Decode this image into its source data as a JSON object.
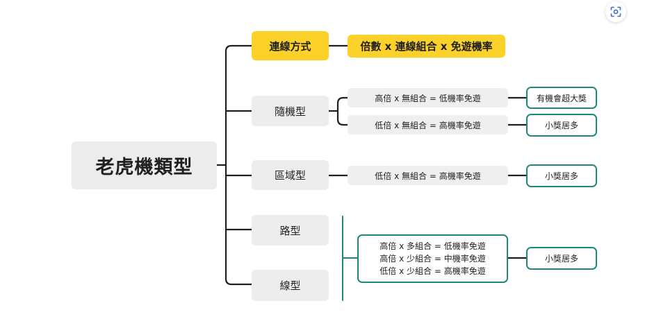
{
  "root": {
    "label": "老虎機類型"
  },
  "branches": {
    "method": {
      "label": "連線方式",
      "detail": "倍數 x 連線組合 x 免遊機率"
    },
    "random": {
      "label": "隨機型",
      "rules": [
        "高倍 x 無組合 = 低機率免遊",
        "低倍 x 無組合 = 高機率免遊"
      ],
      "results": [
        "有機會超大獎",
        "小獎居多"
      ]
    },
    "area": {
      "label": "區域型",
      "rule": "低倍 x 無組合 = 高機率免遊",
      "result": "小獎居多"
    },
    "road": {
      "label": "路型"
    },
    "line": {
      "label": "線型"
    },
    "shared": {
      "rules": [
        "高倍 x 多組合 = 低機率免遊",
        "高倍 x 少組合 = 中機率免遊",
        "低倍 x 少組合 = 高機率免遊"
      ],
      "result": "小獎居多"
    }
  },
  "toolbar": {
    "icon": "scan-icon"
  },
  "colors": {
    "yellow": "#fcd12a",
    "teal": "#1a8a7a",
    "grey": "#ededed",
    "line": "#1f1f1f"
  }
}
